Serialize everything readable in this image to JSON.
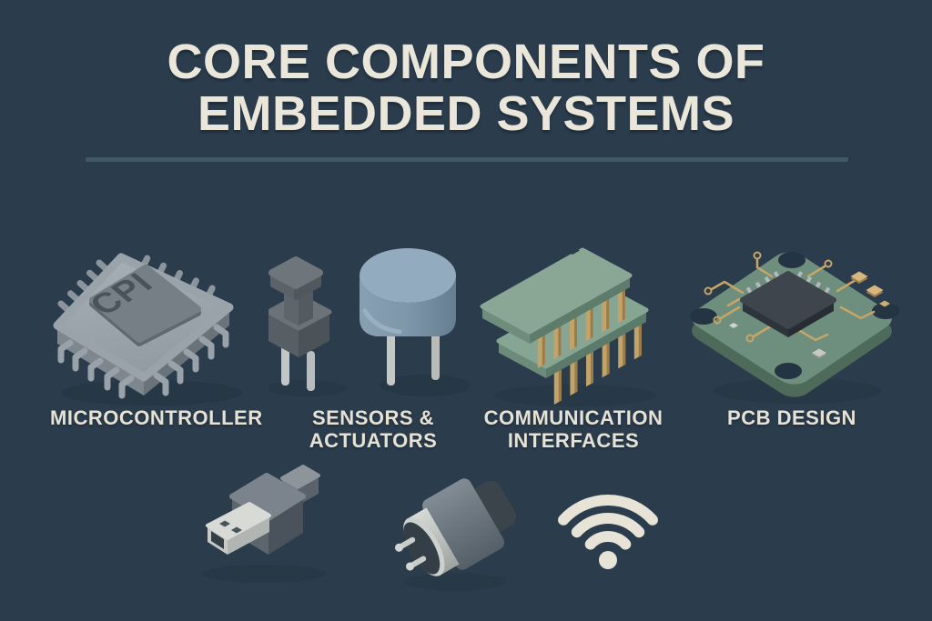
{
  "title": "CORE COMPONENTS OF\nEMBEDDED SYSTEMS",
  "components": [
    {
      "label": "MICROCONTROLLER",
      "chip_text": "CPI"
    },
    {
      "label": "SENSORS &\nACTUATORS"
    },
    {
      "label": "COMMUNICATION\nINTERFACES"
    },
    {
      "label": "PCB DESIGN"
    }
  ],
  "bottom_icons": [
    {
      "name": "usb-connector"
    },
    {
      "name": "din-connector"
    },
    {
      "name": "wifi"
    }
  ],
  "colors": {
    "background": "#2b3c4d",
    "title_text": "#eae6da",
    "label_text": "#e6e2d6",
    "divider": "#41586b",
    "chip_gray": "#9aa2aa",
    "module_green": "#87a593",
    "pcb_green": "#6f8f7e",
    "capacitor_blue": "#8aa2b5",
    "pin_gold": "#c2a369",
    "icon_cream": "#e7e3d7"
  }
}
